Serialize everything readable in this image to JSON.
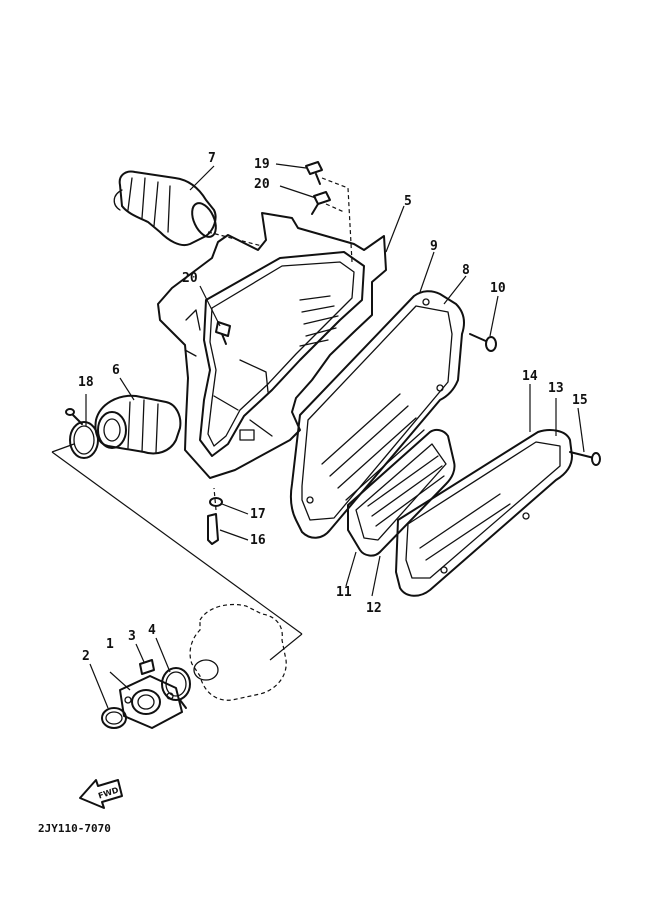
{
  "diagram": {
    "drawing_code": "2JY110-7070",
    "direction_label": "FWD",
    "callouts": [
      {
        "id": "c1",
        "label": "1"
      },
      {
        "id": "c2",
        "label": "2"
      },
      {
        "id": "c3",
        "label": "3"
      },
      {
        "id": "c4",
        "label": "4"
      },
      {
        "id": "c5",
        "label": "5"
      },
      {
        "id": "c6",
        "label": "6"
      },
      {
        "id": "c7",
        "label": "7"
      },
      {
        "id": "c8",
        "label": "8"
      },
      {
        "id": "c9",
        "label": "9"
      },
      {
        "id": "c10",
        "label": "10"
      },
      {
        "id": "c11",
        "label": "11"
      },
      {
        "id": "c12",
        "label": "12"
      },
      {
        "id": "c13",
        "label": "13"
      },
      {
        "id": "c14",
        "label": "14"
      },
      {
        "id": "c15",
        "label": "15"
      },
      {
        "id": "c16",
        "label": "16"
      },
      {
        "id": "c17",
        "label": "17"
      },
      {
        "id": "c18",
        "label": "18"
      },
      {
        "id": "c19",
        "label": "19"
      },
      {
        "id": "c20a",
        "label": "20"
      },
      {
        "id": "c20b",
        "label": "20"
      }
    ]
  }
}
